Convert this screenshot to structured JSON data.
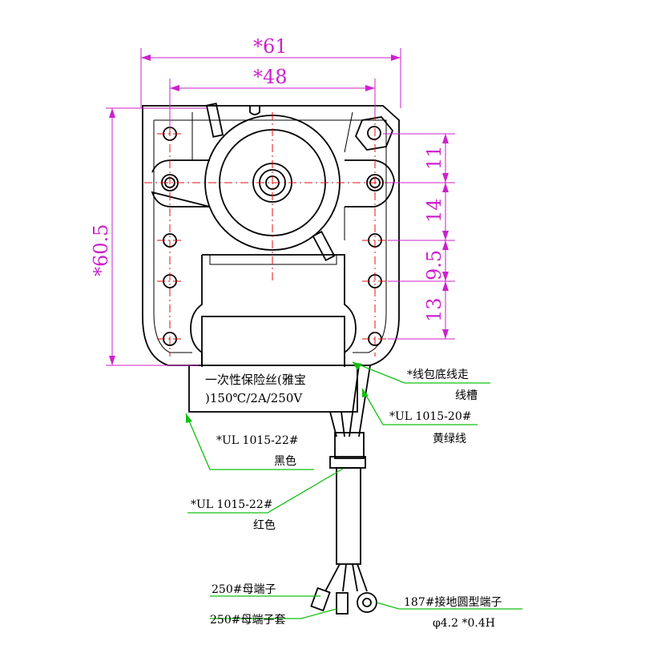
{
  "colors": {
    "dimension": "#cc22cc",
    "leader": "#10c010",
    "centerline": "#e01010",
    "outline": "#000000"
  },
  "dimensions": {
    "width_outer": "*61",
    "width_holes": "*48",
    "height": "*60.5",
    "spacing_1": "11",
    "spacing_2": "14",
    "spacing_3": "9.5",
    "spacing_4": "13"
  },
  "fuse": {
    "line1": "一次性保险丝(雅宝",
    "line2": ")150℃/2A/250V"
  },
  "callouts": {
    "coil_groove": {
      "line1": "*线包底线走",
      "line2": "线槽"
    },
    "yellow_green": {
      "line1": "*UL 1015-20#",
      "line2": "黄绿线"
    },
    "black_wire": {
      "line1": "*UL 1015-22#",
      "line2": "黑色"
    },
    "red_wire": {
      "line1": "*UL 1015-22#",
      "line2": "红色"
    },
    "female_terminal": "250#母端子",
    "terminal_sleeve": "250#母端子套",
    "ground_terminal": {
      "line1": "187#接地圆型端子",
      "line2": "φ4.2 *0.4H"
    }
  }
}
